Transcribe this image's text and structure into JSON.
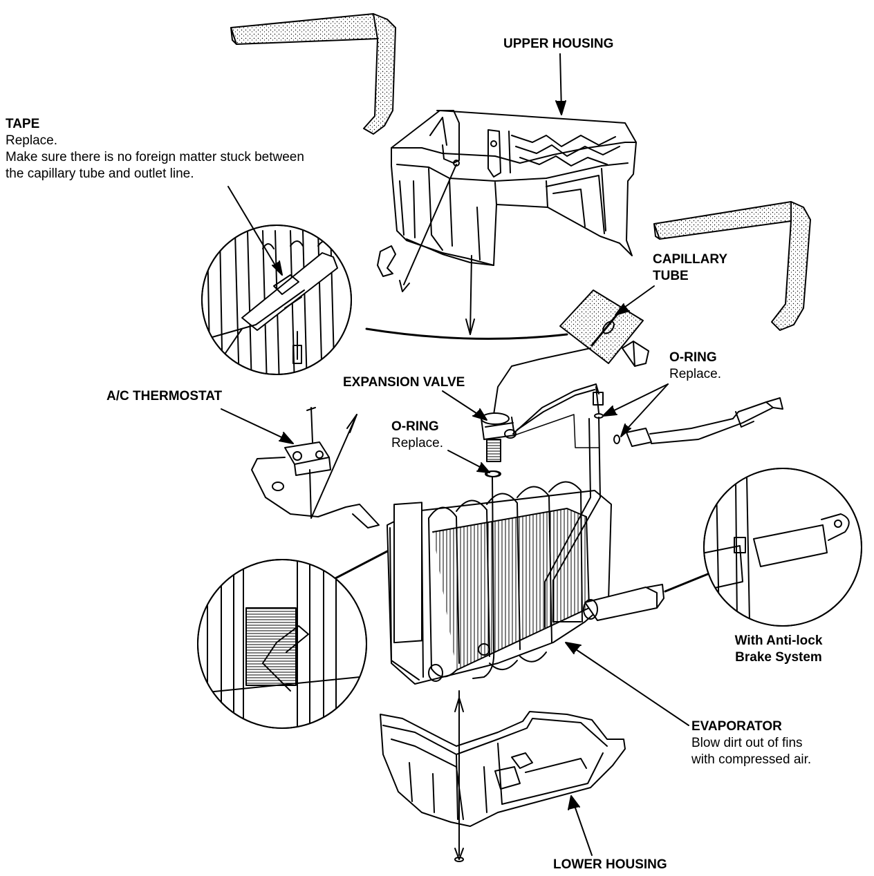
{
  "labels": {
    "upper_housing": {
      "title": "UPPER HOUSING"
    },
    "tape": {
      "title": "TAPE",
      "note1": "Replace.",
      "note2": "Make sure there is no foreign matter stuck between",
      "note3": "the capillary tube and outlet line."
    },
    "capillary_tube": {
      "line1": "CAPILLARY",
      "line2": "TUBE"
    },
    "o_ring_right": {
      "title": "O-RING",
      "note": "Replace."
    },
    "expansion_valve": {
      "title": "EXPANSION VALVE"
    },
    "ac_thermostat": {
      "title": "A/C THERMOSTAT"
    },
    "o_ring_left": {
      "title": "O-RING",
      "note": "Replace."
    },
    "abs": {
      "line1": "With Anti-lock",
      "line2": "Brake System"
    },
    "evaporator": {
      "title": "EVAPORATOR",
      "note1": "Blow dirt out of fins",
      "note2": "with compressed air."
    },
    "lower_housing": {
      "title": "LOWER HOUSING"
    }
  },
  "colors": {
    "ink": "#000000",
    "paper": "#ffffff",
    "shade": "#d9d9d9"
  }
}
